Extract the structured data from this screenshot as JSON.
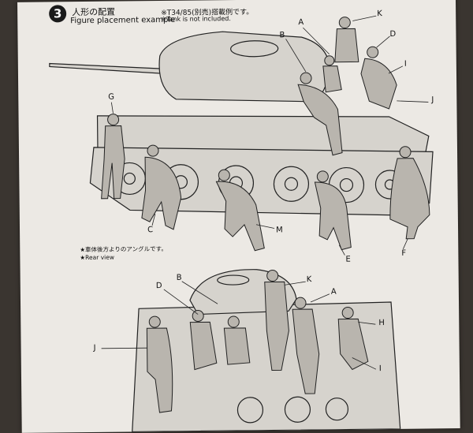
{
  "step": {
    "number": "3",
    "title_jp": "人形の配置",
    "title_en": "Figure placement example"
  },
  "notes": {
    "tank_jp": "※T34/85(別売)搭載例です。",
    "tank_en": "※Tank is not included."
  },
  "rear_view": {
    "jp": "★車体後方よりのアングルです。",
    "en": "★Rear view"
  },
  "side_view_labels": [
    "A",
    "B",
    "C",
    "D",
    "E",
    "F",
    "G",
    "I",
    "J",
    "K",
    "M"
  ],
  "rear_view_labels": [
    "A",
    "B",
    "D",
    "H",
    "I",
    "J",
    "K"
  ]
}
